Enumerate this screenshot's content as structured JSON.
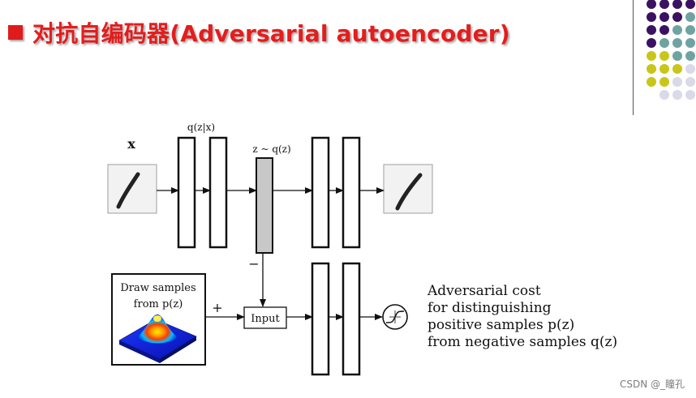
{
  "slide": {
    "title": "对抗自编码器(Adversarial  autoencoder)",
    "watermark": "CSDN @_瞳孔"
  },
  "colors": {
    "title_red": "#e41d1d",
    "dot_purple": "#3b1262",
    "dot_teal": "#6fa3a2",
    "dot_yellow": "#c9c61a",
    "dot_lavender": "#d9d9e8",
    "latent_gray": "#c8c8c8"
  },
  "decor_dots": {
    "rows": [
      [
        "dot_purple",
        "dot_purple",
        "dot_purple",
        "dot_purple"
      ],
      [
        "dot_purple",
        "dot_purple",
        "dot_purple",
        "dot_teal"
      ],
      [
        "dot_purple",
        "dot_purple",
        "dot_teal",
        "dot_teal"
      ],
      [
        "dot_purple",
        "dot_teal",
        "dot_teal",
        "dot_teal"
      ],
      [
        "dot_yellow",
        "dot_yellow",
        "dot_teal",
        "dot_teal"
      ],
      [
        "dot_yellow",
        "dot_yellow",
        "dot_yellow",
        "dot_lavender"
      ],
      [
        "dot_yellow",
        "dot_yellow",
        "dot_lavender",
        "dot_lavender"
      ],
      [
        "",
        "dot_lavender",
        "dot_lavender",
        "dot_lavender"
      ]
    ]
  },
  "diagram": {
    "input_label": "x",
    "encoder_label": "q(z|x)",
    "latent_label": "z ~ q(z)",
    "minus_sign": "−",
    "plus_sign": "+",
    "sampler_text_line1": "Draw samples",
    "sampler_text_line2": "from p(z)",
    "input_box_label": "Input",
    "cost_lines": [
      "Adversarial cost",
      "for distinguishing",
      "positive samples p(z)",
      "from negative samples q(z)"
    ]
  }
}
